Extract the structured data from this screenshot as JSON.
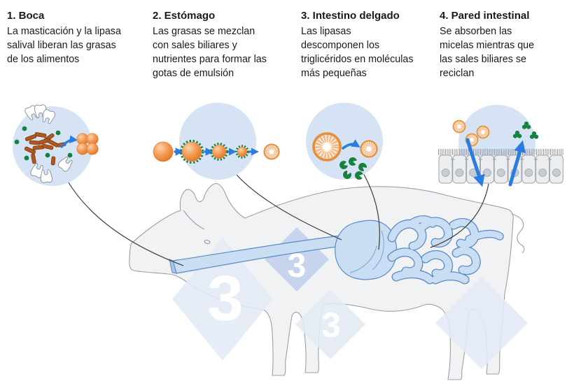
{
  "colors": {
    "circle-fill": "#d6e3f4",
    "pig-fill": "#f1f2f4",
    "pig-stroke": "#9b9fa6",
    "tract-fill": "#c9ddf3",
    "tract-stroke": "#5b8cc7",
    "arrow-blue": "#2a7ce2",
    "leader-line": "#3c3c3c",
    "orange": "#f39a55",
    "orange-dark": "#e2711c",
    "green": "#17823e",
    "brown": "#b2571e",
    "text-color": "#1a1a1a",
    "watermark-light": "#e2eaf6",
    "watermark-blue": "#c2d3eb",
    "cell-fill": "#ebedef",
    "cell-stroke": "#a2a6ad",
    "nucleus": "#c8ccd2"
  },
  "stages": [
    {
      "title": "1. Boca",
      "description": "La masticación y la lipasa\nsalival liberan las grasas\nde los alimentos",
      "icons": [
        "teeth-icon",
        "food-particles-icon",
        "fat-droplet-cluster-icon",
        "arrow-right-icon"
      ]
    },
    {
      "title": "2. Estómago",
      "description": "Las grasas se mezclan\ncon sales biliares y\nnutrientes para formar las\ngotas de emulsión",
      "icons": [
        "fat-droplet-icon",
        "bile-coated-droplet-icon",
        "micelle-icon",
        "arrow-right-icon"
      ]
    },
    {
      "title": "3. Intestino delgado",
      "description": "Las lipasas\ndescomponen los\ntriglicéridos en moléculas\nmás pequeñas",
      "icons": [
        "micelle-icon",
        "lipase-enzyme-icon",
        "arrow-right-icon"
      ]
    },
    {
      "title": "4. Pared intestinal",
      "description": "Se absorben las\nmicelas mientras que\nlas sales biliares se\nreciclan",
      "icons": [
        "micelle-icon",
        "bile-salt-icon",
        "epithelial-cells-icon",
        "arrow-down-icon",
        "arrow-up-icon"
      ]
    }
  ],
  "watermark": {
    "digits": [
      "3",
      "3",
      "3"
    ]
  }
}
